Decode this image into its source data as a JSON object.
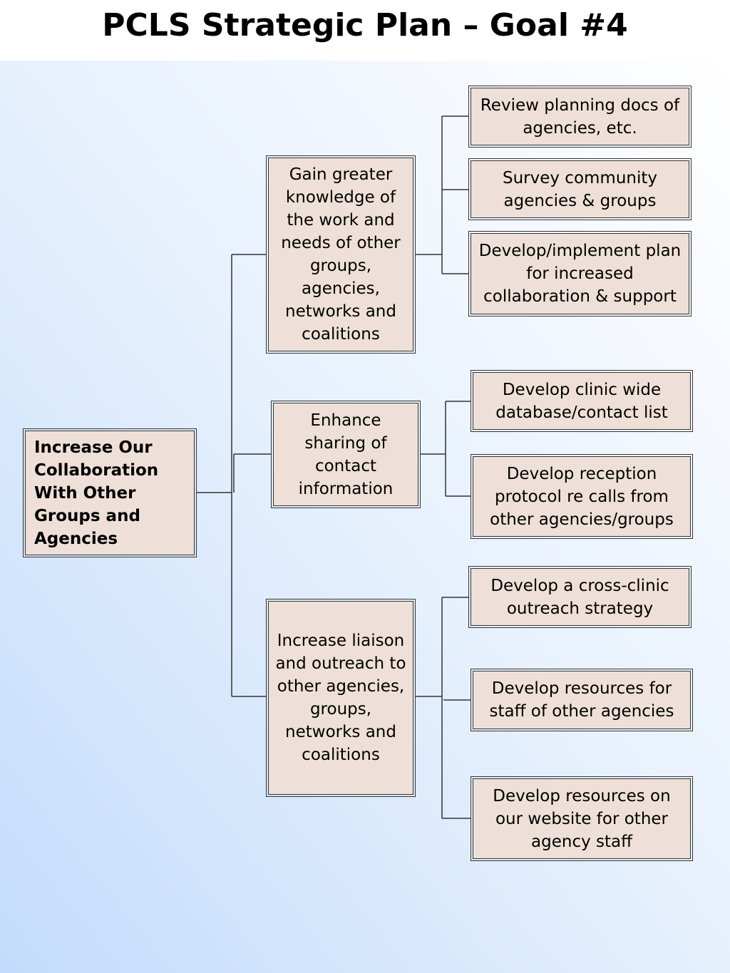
{
  "title": "PCLS Strategic Plan – Goal #4",
  "diagram": {
    "root": {
      "label": "Increase Our Collaboration With Other Groups and Agencies"
    },
    "objectives": [
      {
        "label": "Gain greater knowledge of the work and needs of other groups, agencies, networks and coalitions",
        "actions": [
          "Review planning docs of agencies, etc.",
          "Survey community agencies & groups",
          "Develop/implement plan for increased collaboration & support"
        ]
      },
      {
        "label": "Enhance sharing of contact information",
        "actions": [
          "Develop clinic wide database/contact list",
          "Develop reception protocol re calls from other agencies/groups"
        ]
      },
      {
        "label": "Increase liaison and outreach to other agencies, groups, networks and coalitions",
        "actions": [
          "Develop a cross-clinic outreach strategy",
          "Develop resources for staff of other agencies",
          "Develop resources on our website for other agency staff"
        ]
      }
    ]
  }
}
